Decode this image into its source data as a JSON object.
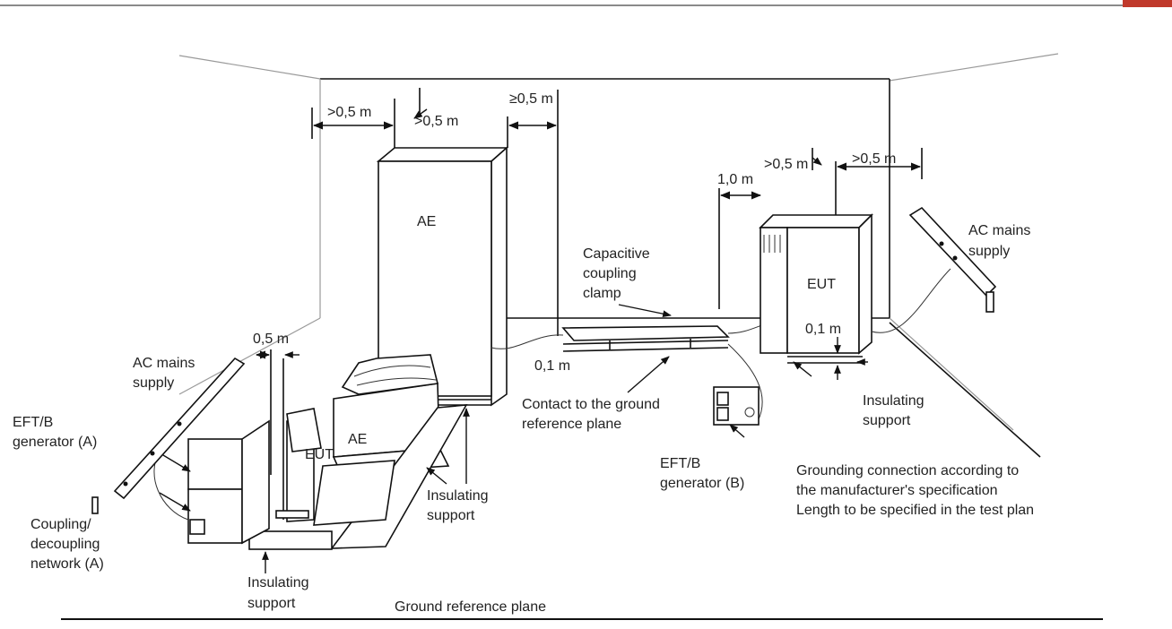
{
  "labels": {
    "dim_left_1": ">0,5 m",
    "dim_left_2": ">0,5 m",
    "dim_mid": "≥0,5 m",
    "dim_right_1": ">0,5 m",
    "dim_right_2": ">0,5 m",
    "dim_1m": "1,0 m",
    "dim_05m": "0,5 m",
    "dim_01m_left": "0,1 m",
    "dim_01m_right": "0,1 m",
    "ae_tall": "AE",
    "ae_small": "AE",
    "eut_right": "EUT",
    "eut_left": "EUT",
    "clamp_1": "Capacitive",
    "clamp_2": "coupling",
    "clamp_3": "clamp",
    "ac_right_1": "AC mains",
    "ac_right_2": "supply",
    "ac_left_1": "AC mains",
    "ac_left_2": "supply",
    "eft_a_1": "EFT/B",
    "eft_a_2": "generator (A)",
    "cdn_1": "Coupling/",
    "cdn_2": "decoupling",
    "cdn_3": "network (A)",
    "ins_bottom_1": "Insulating",
    "ins_bottom_2": "support",
    "ins_mid_1": "Insulating",
    "ins_mid_2": "support",
    "ins_right_1": "Insulating",
    "ins_right_2": "support",
    "contact_1": "Contact to the ground",
    "contact_2": "reference plane",
    "eft_b_1": "EFT/B",
    "eft_b_2": "generator (B)",
    "ground_1": "Grounding connection according to",
    "ground_2": "the manufacturer's specification",
    "ground_3": "Length to be specified in the test plan",
    "grp": "Ground reference plane"
  },
  "colors": {
    "logo": "#c0392b",
    "line": "#111111"
  }
}
